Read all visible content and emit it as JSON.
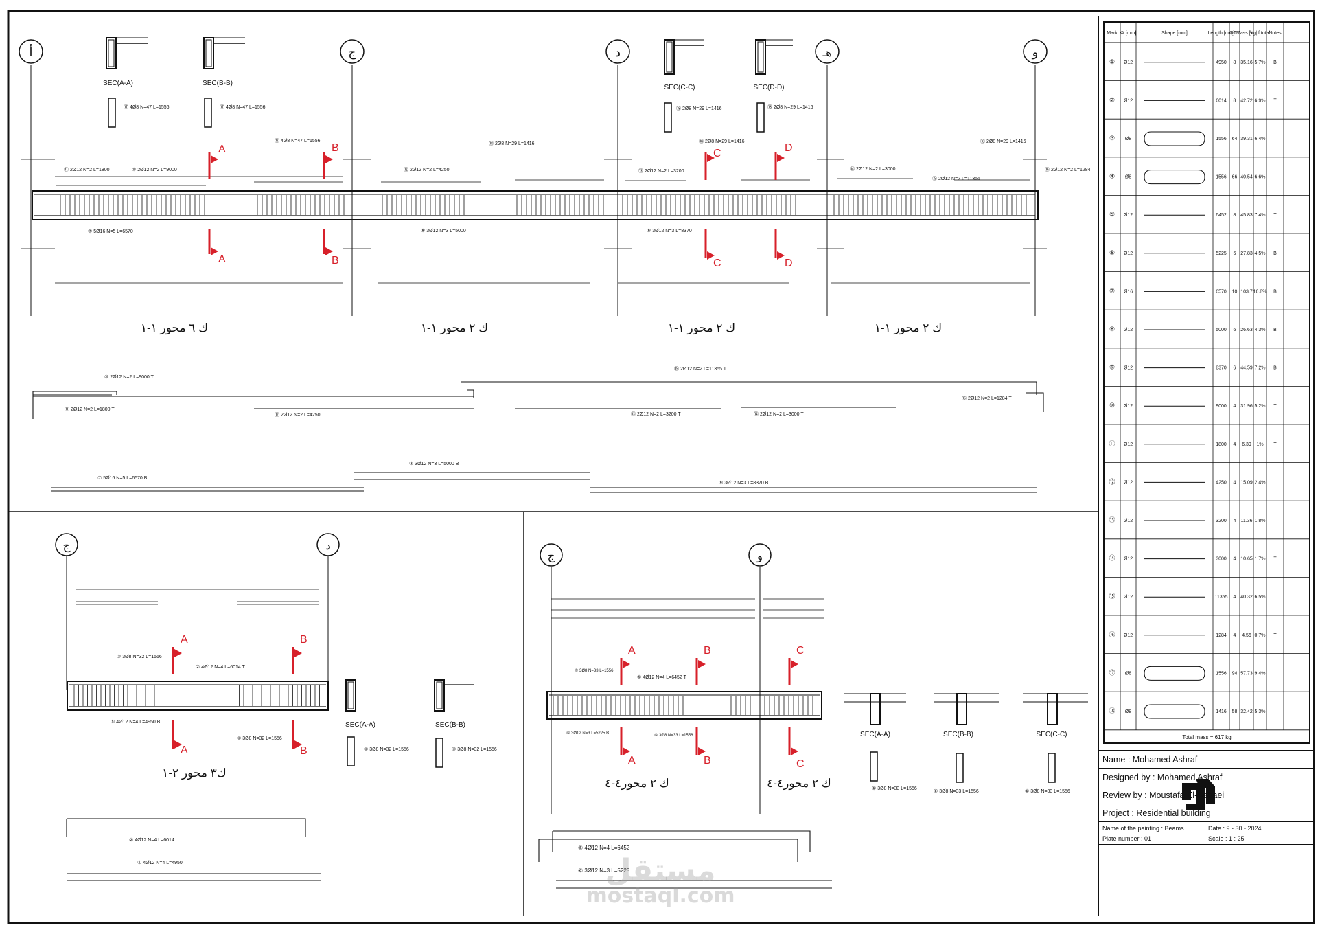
{
  "axes": {
    "top": [
      "أ",
      "ج",
      "د",
      "هـ",
      "و"
    ],
    "bottom_left": [
      "ج",
      "د"
    ],
    "bottom_right": [
      "ج",
      "و"
    ]
  },
  "section_marks": {
    "A": "A",
    "B": "B",
    "C": "C",
    "D": "D"
  },
  "sections": {
    "top": [
      {
        "name": "SEC(A-A)",
        "note": "⑰ 4Ø8 N=47 L=1556"
      },
      {
        "name": "SEC(B-B)",
        "note": "⑰ 4Ø8 N=47 L=1556"
      },
      {
        "name": "SEC(C-C)",
        "note": "⑱ 2Ø8 N=29 L=1416"
      },
      {
        "name": "SEC(D-D)",
        "note": "⑱ 2Ø8 N=29 L=1416"
      }
    ],
    "bottom_left": [
      {
        "name": "SEC(A-A)",
        "note": "③ 3Ø8 N=32 L=1556"
      },
      {
        "name": "SEC(B-B)",
        "note": "③ 3Ø8 N=32 L=1556"
      }
    ],
    "bottom_right": [
      {
        "name": "SEC(A-A)",
        "note": "⑥ 3Ø8 N=33 L=1556"
      },
      {
        "name": "SEC(B-B)",
        "note": "⑥ 3Ø8 N=33 L=1556"
      },
      {
        "name": "SEC(C-C)",
        "note": "⑥ 3Ø8 N=33 L=1556"
      }
    ]
  },
  "beam_titles": {
    "t1": "ك ٦ محور ١-١",
    "t2": "ك ٢ محور ١-١",
    "t3": "ك ٢ محور ١-١",
    "t4": "ك ٢ محور ١-١",
    "bl": "ك٣ محور ٢-١",
    "br1": "ك ٢ محور٤-٤",
    "br2": "ك ٢ محور٤-٤"
  },
  "top_beam_labels": [
    "⑪ 2Ø12 N=2 L=1800",
    "⑩ 2Ø12 N=2 L=9000",
    "⑰ 4Ø8 N=47 L=1556",
    "⑱ 2Ø8 N=29 L=1416",
    "⑫ 2Ø12 N=2 L=4250",
    "⑬ 2Ø12 N=2 L=3200",
    "⑱ 2Ø8 N=29 L=1416",
    "⑱ 2Ø8 N=29 L=1416",
    "⑭ 2Ø12 N=2 L=3000",
    "⑮ 2Ø12 N=2 L=11355",
    "⑯ 2Ø12 N=2 L=1284",
    "⑦ 5Ø16 N=5 L=6570",
    "⑧ 3Ø12 N=3 L=5000",
    "⑨ 3Ø12 N=3 L=8370"
  ],
  "top_schedule_labels": [
    "⑩ 2Ø12 N=2 L=9000 T",
    "⑮ 2Ø12 N=2 L=11355 T",
    "⑪ 2Ø12 N=2 L=1800 T",
    "⑫ 2Ø12 N=2 L=4250",
    "⑬ 2Ø12 N=2 L=3200 T",
    "⑭ 2Ø12 N=2 L=3000 T",
    "⑯ 2Ø12 N=2 L=1284 T",
    "⑧ 3Ø12 N=3 L=5000 B",
    "⑦ 5Ø16 N=5 L=6570 B",
    "⑨ 3Ø12 N=3 L=8370 B"
  ],
  "bl_labels": [
    "③ 3Ø8 N=32 L=1556",
    "② 4Ø12 N=4 L=6014 T",
    "⑤ 4Ø12 N=4 L=4950 B",
    "③ 3Ø8 N=32 L=1556",
    "② 4Ø12 N=4 L=6014",
    "① 4Ø12 N=4 L=4950"
  ],
  "br_labels": [
    "⑥ 3Ø8 N=33 L=1556",
    "⑤ 4Ø12 N=4 L=6452 T",
    "⑥ 3Ø12 N=3 L=5225 B",
    "⑥ 3Ø8 N=33 L=1556",
    "⑤ 4Ø12 N=4 L=6452",
    "⑥ 3Ø12 N=3 L=5225"
  ],
  "bbs": {
    "headers": [
      "Mark",
      "Φ [mm]",
      "Shape [mm]",
      "Length [mm]",
      "QTY",
      "Mass [kg]",
      "% of total",
      "Notes"
    ],
    "rows": [
      [
        "①",
        "Ø12",
        "",
        "4950",
        "8",
        "35.16",
        "5.7%",
        "B"
      ],
      [
        "②",
        "Ø12",
        "",
        "6014",
        "8",
        "42.72",
        "6.9%",
        "T"
      ],
      [
        "③",
        "Ø8",
        "",
        "1556",
        "64",
        "39.31",
        "6.4%",
        ""
      ],
      [
        "④",
        "Ø8",
        "",
        "1556",
        "66",
        "40.54",
        "6.6%",
        ""
      ],
      [
        "⑤",
        "Ø12",
        "",
        "6452",
        "8",
        "45.83",
        "7.4%",
        "T"
      ],
      [
        "⑥",
        "Ø12",
        "",
        "5225",
        "6",
        "27.83",
        "4.5%",
        "B"
      ],
      [
        "⑦",
        "Ø16",
        "",
        "6570",
        "10",
        "103.7",
        "16.8%",
        "B"
      ],
      [
        "⑧",
        "Ø12",
        "",
        "5000",
        "6",
        "26.63",
        "4.3%",
        "B"
      ],
      [
        "⑨",
        "Ø12",
        "",
        "8370",
        "6",
        "44.59",
        "7.2%",
        "B"
      ],
      [
        "⑩",
        "Ø12",
        "",
        "9000",
        "4",
        "31.96",
        "5.2%",
        "T"
      ],
      [
        "⑪",
        "Ø12",
        "",
        "1800",
        "4",
        "6.39",
        "1%",
        "T"
      ],
      [
        "⑫",
        "Ø12",
        "",
        "4250",
        "4",
        "15.09",
        "2.4%",
        ""
      ],
      [
        "⑬",
        "Ø12",
        "",
        "3200",
        "4",
        "11.36",
        "1.8%",
        "T"
      ],
      [
        "⑭",
        "Ø12",
        "",
        "3000",
        "4",
        "10.65",
        "1.7%",
        "T"
      ],
      [
        "⑮",
        "Ø12",
        "",
        "11355",
        "4",
        "40.32",
        "6.5%",
        "T"
      ],
      [
        "⑯",
        "Ø12",
        "",
        "1284",
        "4",
        "4.56",
        "0.7%",
        "T"
      ],
      [
        "⑰",
        "Ø8",
        "",
        "1556",
        "94",
        "57.73",
        "9.4%",
        ""
      ],
      [
        "⑱",
        "Ø8",
        "",
        "1416",
        "58",
        "32.42",
        "5.3%",
        ""
      ]
    ],
    "total": "Total mass = 617 kg"
  },
  "title_block": {
    "name": "Name : Mohamed Ashraf",
    "designed": "Designed by : Mohamed Ashraf",
    "review": "Review by : Moustafa El-Sebaei",
    "project": "Project : Residential building",
    "painting": "Name of the painting : Beams",
    "date": "Date : 9 - 30 - 2024",
    "plate": "Plate number : 01",
    "scale": "Scale :   1 : 25"
  },
  "watermark": {
    "ar": "مستقل",
    "en": "mostaql.com"
  },
  "colors": {
    "accent": "#d7202a",
    "line": "#111111"
  }
}
